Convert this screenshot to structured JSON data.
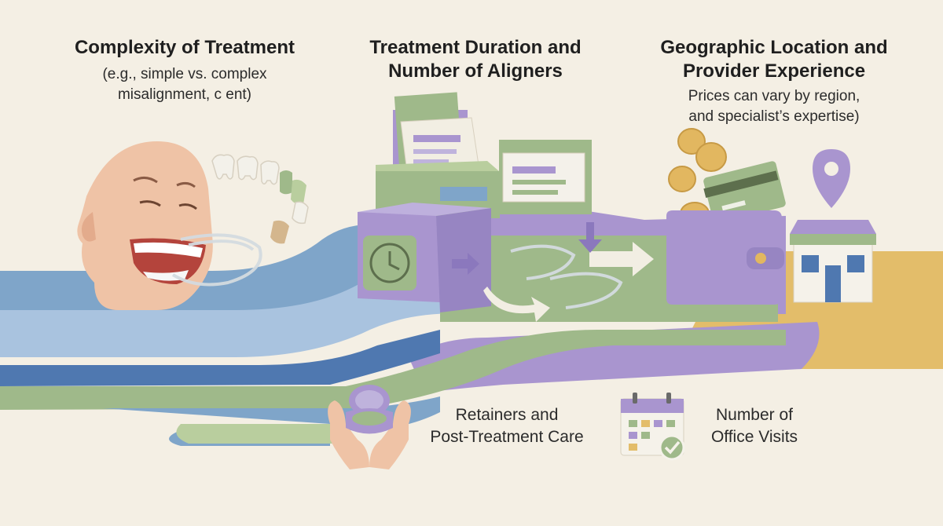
{
  "factors": {
    "complexity": {
      "title": "Complexity of Treatment",
      "subtitle_line1": "(e.g., simple vs. complex",
      "subtitle_line2": "misalignment, c ent)"
    },
    "duration": {
      "title_line1": "Treatment Duration and",
      "title_line2": "Number of Aligners"
    },
    "location": {
      "title_line1": "Geographic Location and",
      "title_line2": "Provider Experience",
      "subtitle_line1": "Prices can vary by region,",
      "subtitle_line2": "and specialist’s expertise)"
    },
    "retainers": {
      "label_line1": "Retainers and",
      "label_line2": "Post-Treatment Care"
    },
    "visits": {
      "label_line1": "Number of",
      "label_line2": "Office Visits"
    }
  },
  "colors": {
    "background": "#f4efe4",
    "purple": "#a995cf",
    "green": "#9fb98a",
    "blue": "#7fa5c9",
    "dark_blue": "#4f78b0",
    "yellow": "#e3bd6a",
    "skin": "#efc3a6",
    "coin": "#e2b760"
  },
  "icons": [
    "face-icon",
    "teeth-icon",
    "aligner-icon",
    "file-box-icon",
    "clock-icon",
    "arrow-icon",
    "coins-icon",
    "credit-card-icon",
    "wallet-icon",
    "location-pin-icon",
    "clinic-icon",
    "retainer-case-icon",
    "hands-icon",
    "calendar-icon",
    "check-icon"
  ]
}
